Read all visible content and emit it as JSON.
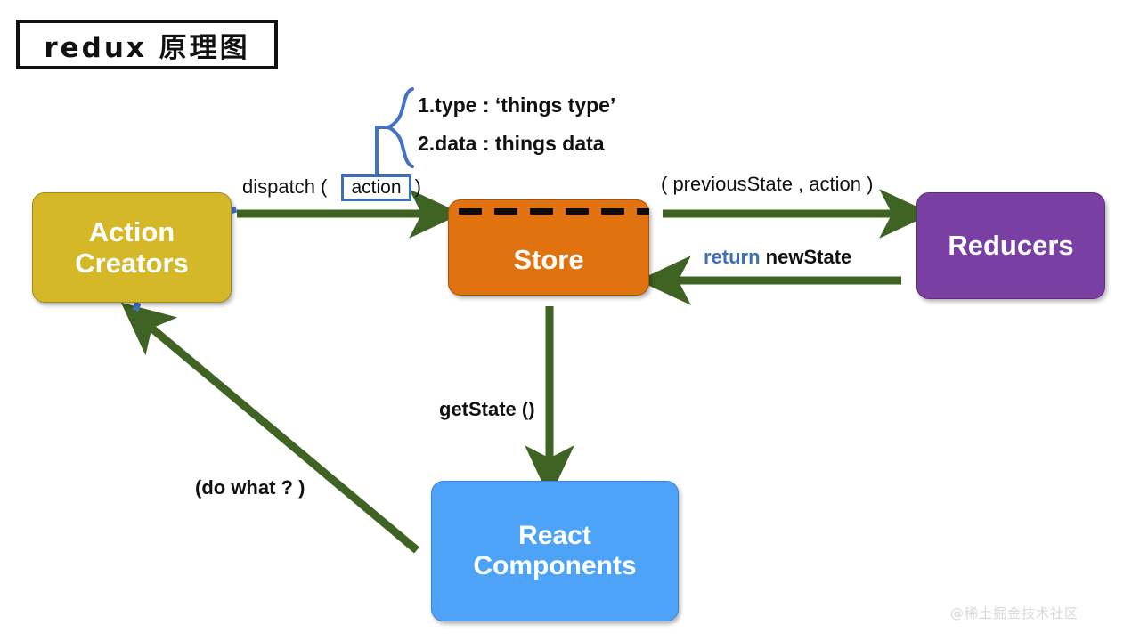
{
  "title": {
    "text": "redux 原理图"
  },
  "nodes": {
    "action_creators": {
      "line1": "Action",
      "line2": "Creators",
      "color": "#D4B827"
    },
    "store": {
      "label": "Store",
      "color": "#E0730F"
    },
    "reducers": {
      "label": "Reducers",
      "color": "#7A3FA3"
    },
    "react_components": {
      "line1": "React",
      "line2": "Components",
      "color": "#4DA3F7"
    }
  },
  "labels": {
    "dispatch_prefix": "dispatch ( ",
    "dispatch_token": "action",
    "dispatch_suffix": " )",
    "previous_state": "( previousState , action )",
    "return_keyword": "return",
    "return_value": " newState",
    "get_state": "getState ()",
    "do_what": "(do what ? )"
  },
  "brace": {
    "line1": "1.type : ‘things type’",
    "line2": "2.data :  things data"
  },
  "watermark": {
    "text": "@稀土掘金技术社区"
  },
  "colors": {
    "arrow_green": "#3E6322",
    "accent_blue": "#3C6FB4",
    "dotted_blue": "#4472C4",
    "outline_black": "#111111"
  }
}
